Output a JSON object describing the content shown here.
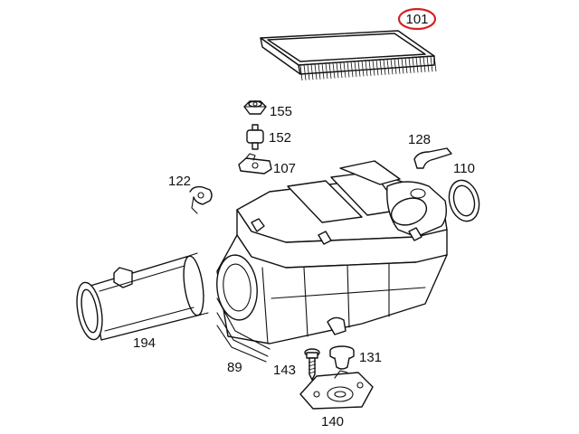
{
  "parts": {
    "p101": "101",
    "p155": "155",
    "p152": "152",
    "p107": "107",
    "p128": "128",
    "p110": "110",
    "p122": "122",
    "p194": "194",
    "p89": "89",
    "p143": "143",
    "p131": "131",
    "p140": "140"
  },
  "highlight": {
    "part": "101",
    "color": "#d62020"
  },
  "line_color": "#111111"
}
